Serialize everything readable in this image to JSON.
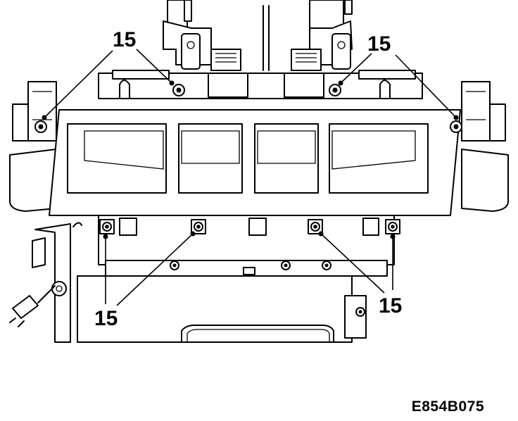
{
  "callouts": {
    "top_left": "15",
    "top_right": "15",
    "bottom_left": "15",
    "bottom_right": "15"
  },
  "figure_code": "E854B075"
}
